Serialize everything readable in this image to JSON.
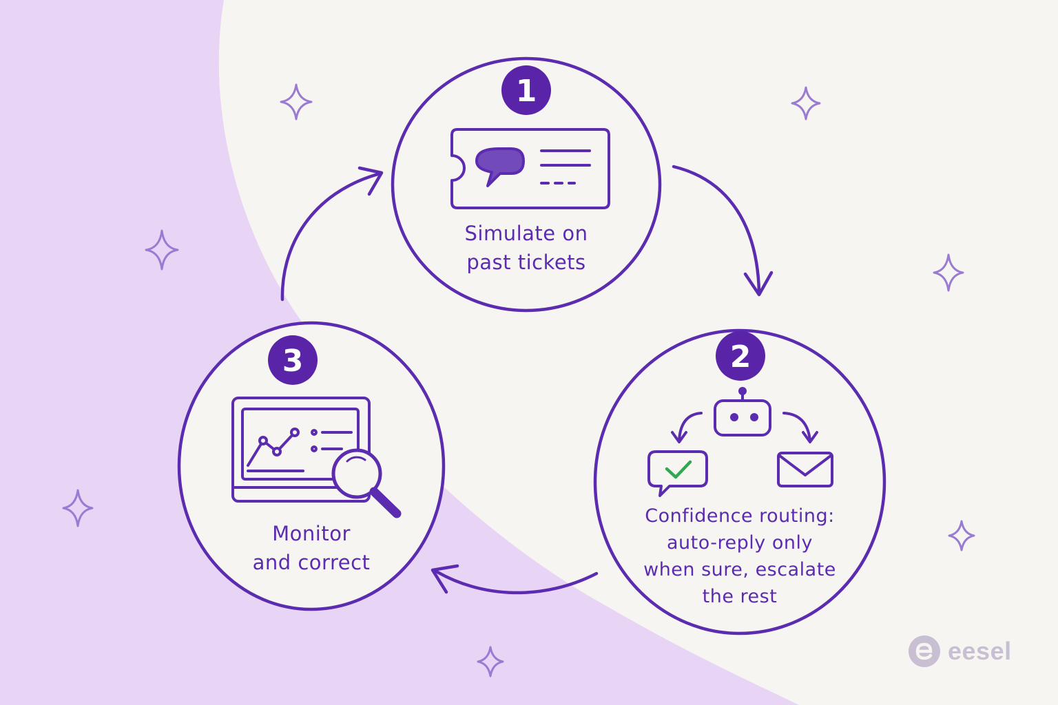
{
  "colors": {
    "background": "#f7f5f1",
    "lavender": "#e8d4f5",
    "ink": "#5b2bb0",
    "badge": "#5a24a8",
    "check": "#2fa84f",
    "brand": "#c8bfd3",
    "sparkle": "#9a7bd2"
  },
  "steps": [
    {
      "number": "1",
      "lines": [
        "Simulate on",
        "past tickets"
      ]
    },
    {
      "number": "2",
      "lines": [
        "Confidence routing:",
        "auto-reply only",
        "when sure, escalate",
        "the rest"
      ]
    },
    {
      "number": "3",
      "lines": [
        "Monitor",
        "and correct"
      ]
    }
  ],
  "brand": {
    "name": "eesel"
  }
}
